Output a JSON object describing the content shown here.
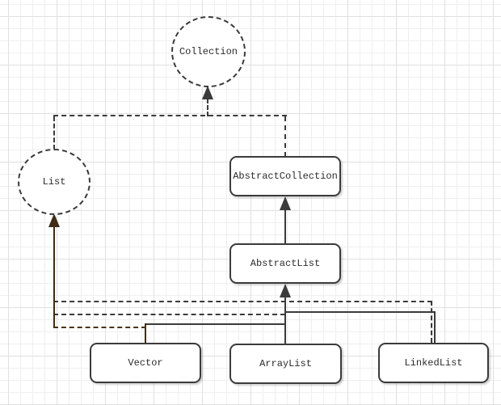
{
  "diagram": {
    "nodes": {
      "collection": {
        "label": "Collection",
        "shape": "dashed-ellipse",
        "kind": "interface"
      },
      "list": {
        "label": "List",
        "shape": "dashed-ellipse",
        "kind": "interface"
      },
      "abstract_collection": {
        "label": "AbstractCollection",
        "shape": "rounded-rect",
        "kind": "class"
      },
      "abstract_list": {
        "label": "AbstractList",
        "shape": "rounded-rect",
        "kind": "class"
      },
      "vector": {
        "label": "Vector",
        "shape": "rounded-rect",
        "kind": "class"
      },
      "arraylist": {
        "label": "ArrayList",
        "shape": "rounded-rect",
        "kind": "class"
      },
      "linkedlist": {
        "label": "LinkedList",
        "shape": "rounded-rect",
        "kind": "class"
      }
    },
    "edges": [
      {
        "from": "List",
        "to": "Collection",
        "line": "dashed",
        "arrow": "filled-triangle"
      },
      {
        "from": "AbstractCollection",
        "to": "Collection",
        "line": "dashed",
        "arrow": "filled-triangle"
      },
      {
        "from": "AbstractList",
        "to": "AbstractCollection",
        "line": "solid",
        "arrow": "filled-triangle"
      },
      {
        "from": "Vector",
        "to": "AbstractList",
        "line": "solid",
        "arrow": "filled-triangle"
      },
      {
        "from": "ArrayList",
        "to": "AbstractList",
        "line": "solid",
        "arrow": "filled-triangle"
      },
      {
        "from": "LinkedList",
        "to": "AbstractList",
        "line": "solid",
        "arrow": "filled-triangle"
      },
      {
        "from": "Vector",
        "to": "List",
        "line": "dashed",
        "arrow": "filled-triangle"
      },
      {
        "from": "ArrayList",
        "to": "List",
        "line": "dashed",
        "arrow": "filled-triangle"
      },
      {
        "from": "LinkedList",
        "to": "List",
        "line": "dashed",
        "arrow": "filled-triangle"
      }
    ],
    "colors": {
      "line": "#3b3b3b",
      "accent_brown": "#3f2c15",
      "grid_minor": "#efefef",
      "grid_major": "#e0e0e0",
      "node_fill": "#ffffff",
      "text": "#2b2b2b"
    }
  }
}
